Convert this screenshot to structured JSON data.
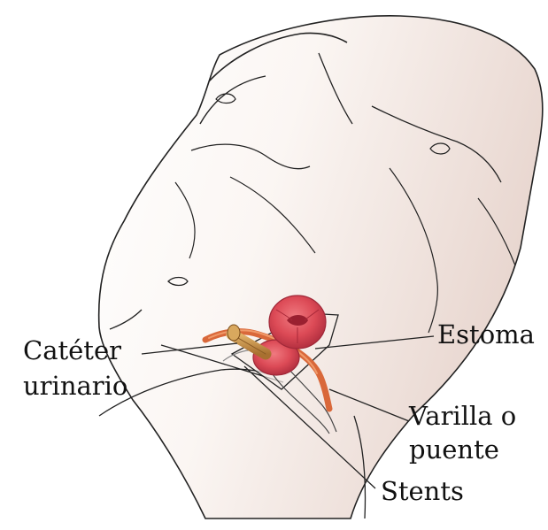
{
  "labels": {
    "catheter_line1": "Catéter",
    "catheter_line2": "urinario",
    "stoma": "Estoma",
    "rod_line1": "Varilla o",
    "rod_line2": "puente",
    "stents": "Stents"
  },
  "colors": {
    "skin_light": "#ffffff",
    "skin_shade": "#ecdcd6",
    "outline": "#222222",
    "stoma": "#e0505a",
    "stoma_dark": "#b83040",
    "catheter": "#c7924a",
    "stent": "#e0703c",
    "leader": "#222222"
  }
}
